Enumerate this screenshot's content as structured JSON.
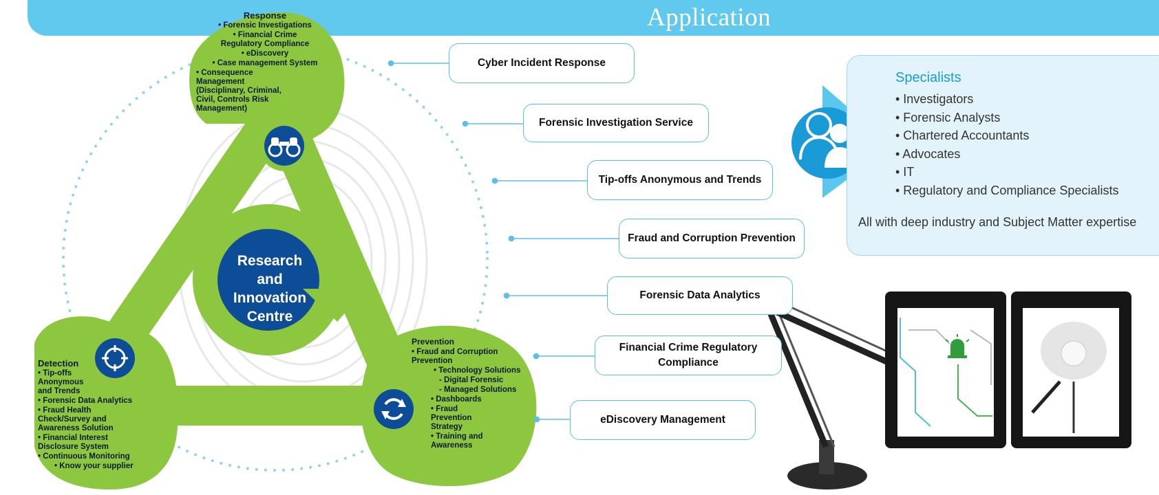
{
  "header": {
    "title": "Application"
  },
  "centre": {
    "lines": [
      "Research",
      "and",
      "Innovation",
      "Centre"
    ]
  },
  "response": {
    "heading": "Response",
    "items": [
      "• Forensic Investigations",
      "• Financial Crime Regulatory Compliance",
      "• eDiscovery",
      "• Case management System",
      "• Consequence Management (Disciplinary, Criminal, Civil, Controls Risk Management)"
    ]
  },
  "detection": {
    "heading": "Detection",
    "items": [
      "• Tip-offs Anonymous and Trends",
      "• Forensic Data Analytics",
      "• Fraud Health Check/Survey and Awareness Solution",
      "• Financial Interest Disclosure System",
      "• Continuous Monitoring",
      "• Know your supplier"
    ]
  },
  "prevention": {
    "heading": "Prevention",
    "items": [
      "• Fraud and Corruption Prevention",
      "• Technology Solutions",
      "- Digital Forensic",
      "- Managed Solutions",
      "• Dashboards",
      "• Fraud Prevention Strategy",
      "• Training and Awareness"
    ]
  },
  "services": [
    {
      "label": "Cyber Incident Response"
    },
    {
      "label": "Forensic Investigation Service"
    },
    {
      "label": "Tip-offs Anonymous and Trends"
    },
    {
      "label": "Fraud and Corruption Prevention"
    },
    {
      "label": "Forensic Data Analytics"
    },
    {
      "label": "Financial Crime Regulatory Compliance"
    },
    {
      "label": "eDiscovery Management"
    }
  ],
  "specialists": {
    "title": "Specialists",
    "items": [
      "• Investigators",
      "• Forensic Analysts",
      "• Chartered Accountants",
      "• Advocates",
      "• IT",
      "• Regulatory and Compliance Specialists"
    ],
    "footer": "All with deep industry and Subject Matter expertise"
  },
  "colors": {
    "banner": "#61c8ee",
    "green": "#8dc63f",
    "navy": "#0d4c97",
    "blue": "#1a9bd7",
    "box_border": "#5bbfe8"
  },
  "icons": [
    "binoculars-icon",
    "target-icon",
    "refresh-icon",
    "people-icon",
    "alarm-icon",
    "desk-lamp-icon"
  ]
}
